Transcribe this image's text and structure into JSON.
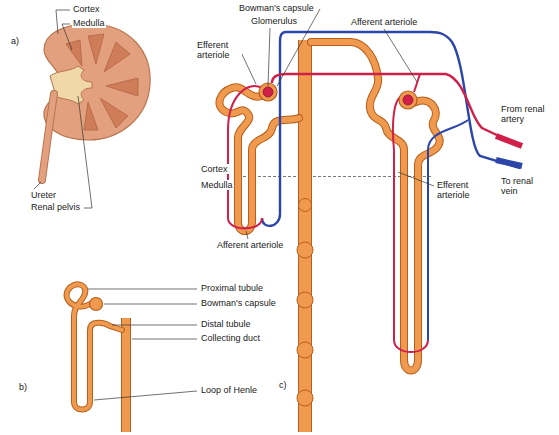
{
  "diagram": {
    "labels": [
      "a)",
      "Cortex",
      "Medulla",
      "Ureter",
      "Renal pelvis",
      "Bowman's capsule",
      "Glomerulus",
      "Efferent arteriole",
      "Afferent arteriole",
      "From renal artery",
      "Efferent arteriole",
      "To renal vein",
      "Cortex",
      "Medulla",
      "Afferent arteriole",
      "b)",
      "Proximal tubule",
      "Bowman's capsule",
      "Distal tubule",
      "Collecting duct",
      "Loop of Henle",
      "c)"
    ]
  }
}
